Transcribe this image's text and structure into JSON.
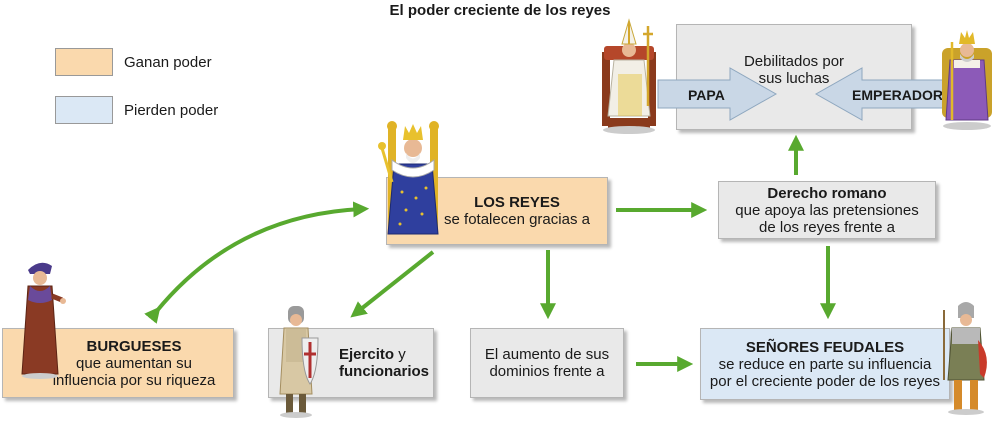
{
  "title": "El poder creciente de los reyes",
  "legend": {
    "gain_label": "Ganan poder",
    "lose_label": "Pierden poder",
    "gain_color": "#fad9ad",
    "lose_color": "#dbe8f5"
  },
  "pope_emperor": {
    "text_line1": "Debilitados por",
    "text_line2": "sus luchas",
    "papa": "PAPA",
    "emperador": "EMPERADOR"
  },
  "reyes": {
    "title": "LOS REYES",
    "text": "se fotalecen gracias a"
  },
  "derecho": {
    "title": "Derecho romano",
    "line1": "que apoya las pretensiones",
    "line2": "de los reyes frente a"
  },
  "burgueses": {
    "title": "BURGUESES",
    "line1": "que aumentan su",
    "line2": "influencia por su riqueza"
  },
  "ejercito": {
    "title1": "Ejercito",
    "conj": "y",
    "title2": "funcionarios"
  },
  "dominios": {
    "line1": "El aumento de sus",
    "line2": "dominios frente a"
  },
  "senores": {
    "title": "SEÑORES FEUDALES",
    "line1": "se reduce en parte su influencia",
    "line2": "por el creciente poder de los reyes"
  },
  "colors": {
    "arrow_green": "#58a92f",
    "arrow_green_dark": "#3f8a1f",
    "papa_arrow": "#c9d7e6"
  }
}
